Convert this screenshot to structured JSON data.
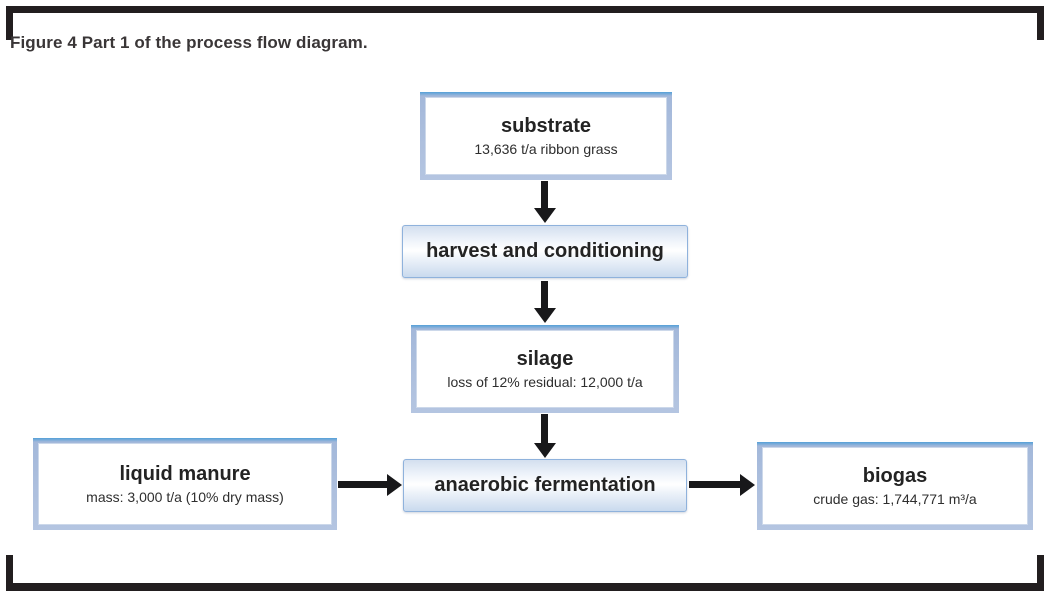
{
  "figure": {
    "caption": "Figure 4 Part 1 of the process flow diagram."
  },
  "diagram": {
    "nodes": {
      "substrate": {
        "title": "substrate",
        "subtitle": "13,636 t/a ribbon grass"
      },
      "harvest": {
        "title": "harvest and conditioning"
      },
      "silage": {
        "title": "silage",
        "subtitle": "loss of 12% residual: 12,000 t/a"
      },
      "liquid_manure": {
        "title": "liquid manure",
        "subtitle": "mass: 3,000 t/a (10% dry mass)"
      },
      "anaerobic_fermentation": {
        "title": "anaerobic fermentation"
      },
      "biogas": {
        "title": "biogas",
        "subtitle": "crude gas: 1,744,771 m³/a"
      }
    },
    "edges": [
      {
        "from": "substrate",
        "to": "harvest and conditioning",
        "direction": "down"
      },
      {
        "from": "harvest and conditioning",
        "to": "silage",
        "direction": "down"
      },
      {
        "from": "silage",
        "to": "anaerobic fermentation",
        "direction": "down"
      },
      {
        "from": "liquid manure",
        "to": "anaerobic fermentation",
        "direction": "right"
      },
      {
        "from": "anaerobic fermentation",
        "to": "biogas",
        "direction": "right"
      }
    ],
    "colors": {
      "frame_black": "#221e1f",
      "arrow_black": "#18181a",
      "caption_text": "#3a3637",
      "node_text": "#232323",
      "material_border": "#a3b8da",
      "material_border_highlight": "#54a0d8",
      "material_fill": "#ffffff",
      "process_border": "#8fb2dc",
      "process_fill_top": "#d3dfef",
      "process_fill_bottom": "#c9daee"
    }
  }
}
